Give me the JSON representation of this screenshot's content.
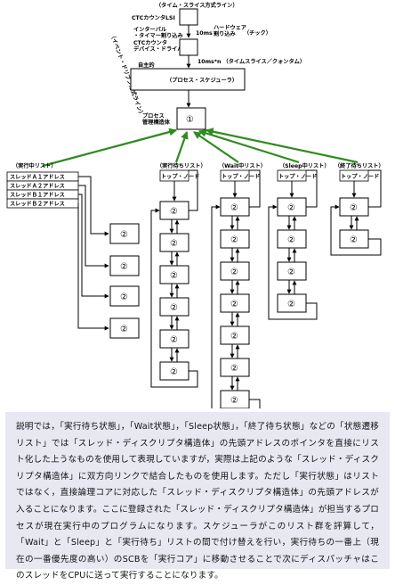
{
  "diagram": {
    "label_timeslice_line": "（タイム・スライス方式ライン）",
    "ctc_lsi": "CTCカウンタLSI",
    "interval_timer_interrupt": "インターバル・タイマー割り込み",
    "interval_10ms": "10ms",
    "hw_interrupt": "ハードウェア割り込み",
    "tick": "（チック）",
    "ctc_driver": "CTCカウンタデバイス・ドライバ",
    "quantum": "10ms*n （タイムスライス／クォンタム）",
    "event_driven": "自主的イベント",
    "event_driven_line": "（イベント・ドリブン方式ライン）",
    "scheduler": "（プロセス・スケジューラ）",
    "process_control": "プロセス管理構造体",
    "circle_one": "①",
    "run_list_title": "（実行中リスト）",
    "thread_a1": "スレッドＡ１アドレス",
    "thread_a2": "スレッドＡ２アドレス",
    "thread_b1": "スレッドＢ１アドレス",
    "thread_b2": "スレッドＢ２アドレス",
    "ready_list_title": "（実行待ちリスト）",
    "wait_list_title": "（Wait中リスト）",
    "sleep_list_title": "（Sleep中リスト）",
    "exit_list_title": "（終了待ちリスト）",
    "top_node": "トップ・ノード",
    "circle_two": "②"
  },
  "note": {
    "text": "説明では，「実行待ち状態」，「Wait状態」，「Sleep状態」，「終了待ち状態」などの「状態遷移リスト」では「スレッド・ディスクリプタ構造体」の先頭アドレスのポインタを直接にリスト化した上うなものを使用して表現していますが，実際は上記のような「スレッド・ディスクリプタ構造体」に双方向リンクで結合したものを使用します。ただし「実行状態」はリストではなく，直接論理コアに対応した「スレッド・ディスクリプタ構造体」の先頭アドレスが入ることになります。ここに登録された「スレッド・ディスクリプタ構造体」が担当するプロセスが現在実行中のプログラムになります。スケジューラがこのリスト群を評算して，「Wait」と「Sleep」と「実行待ち」リストの間で付け替えを行い，実行待ちの一番上（現在の一番優先度の高い）のSCBを「実行コア」に移動させることで次にディスパッチャはこのスレッドをCPUに送って実行することになります。"
  }
}
